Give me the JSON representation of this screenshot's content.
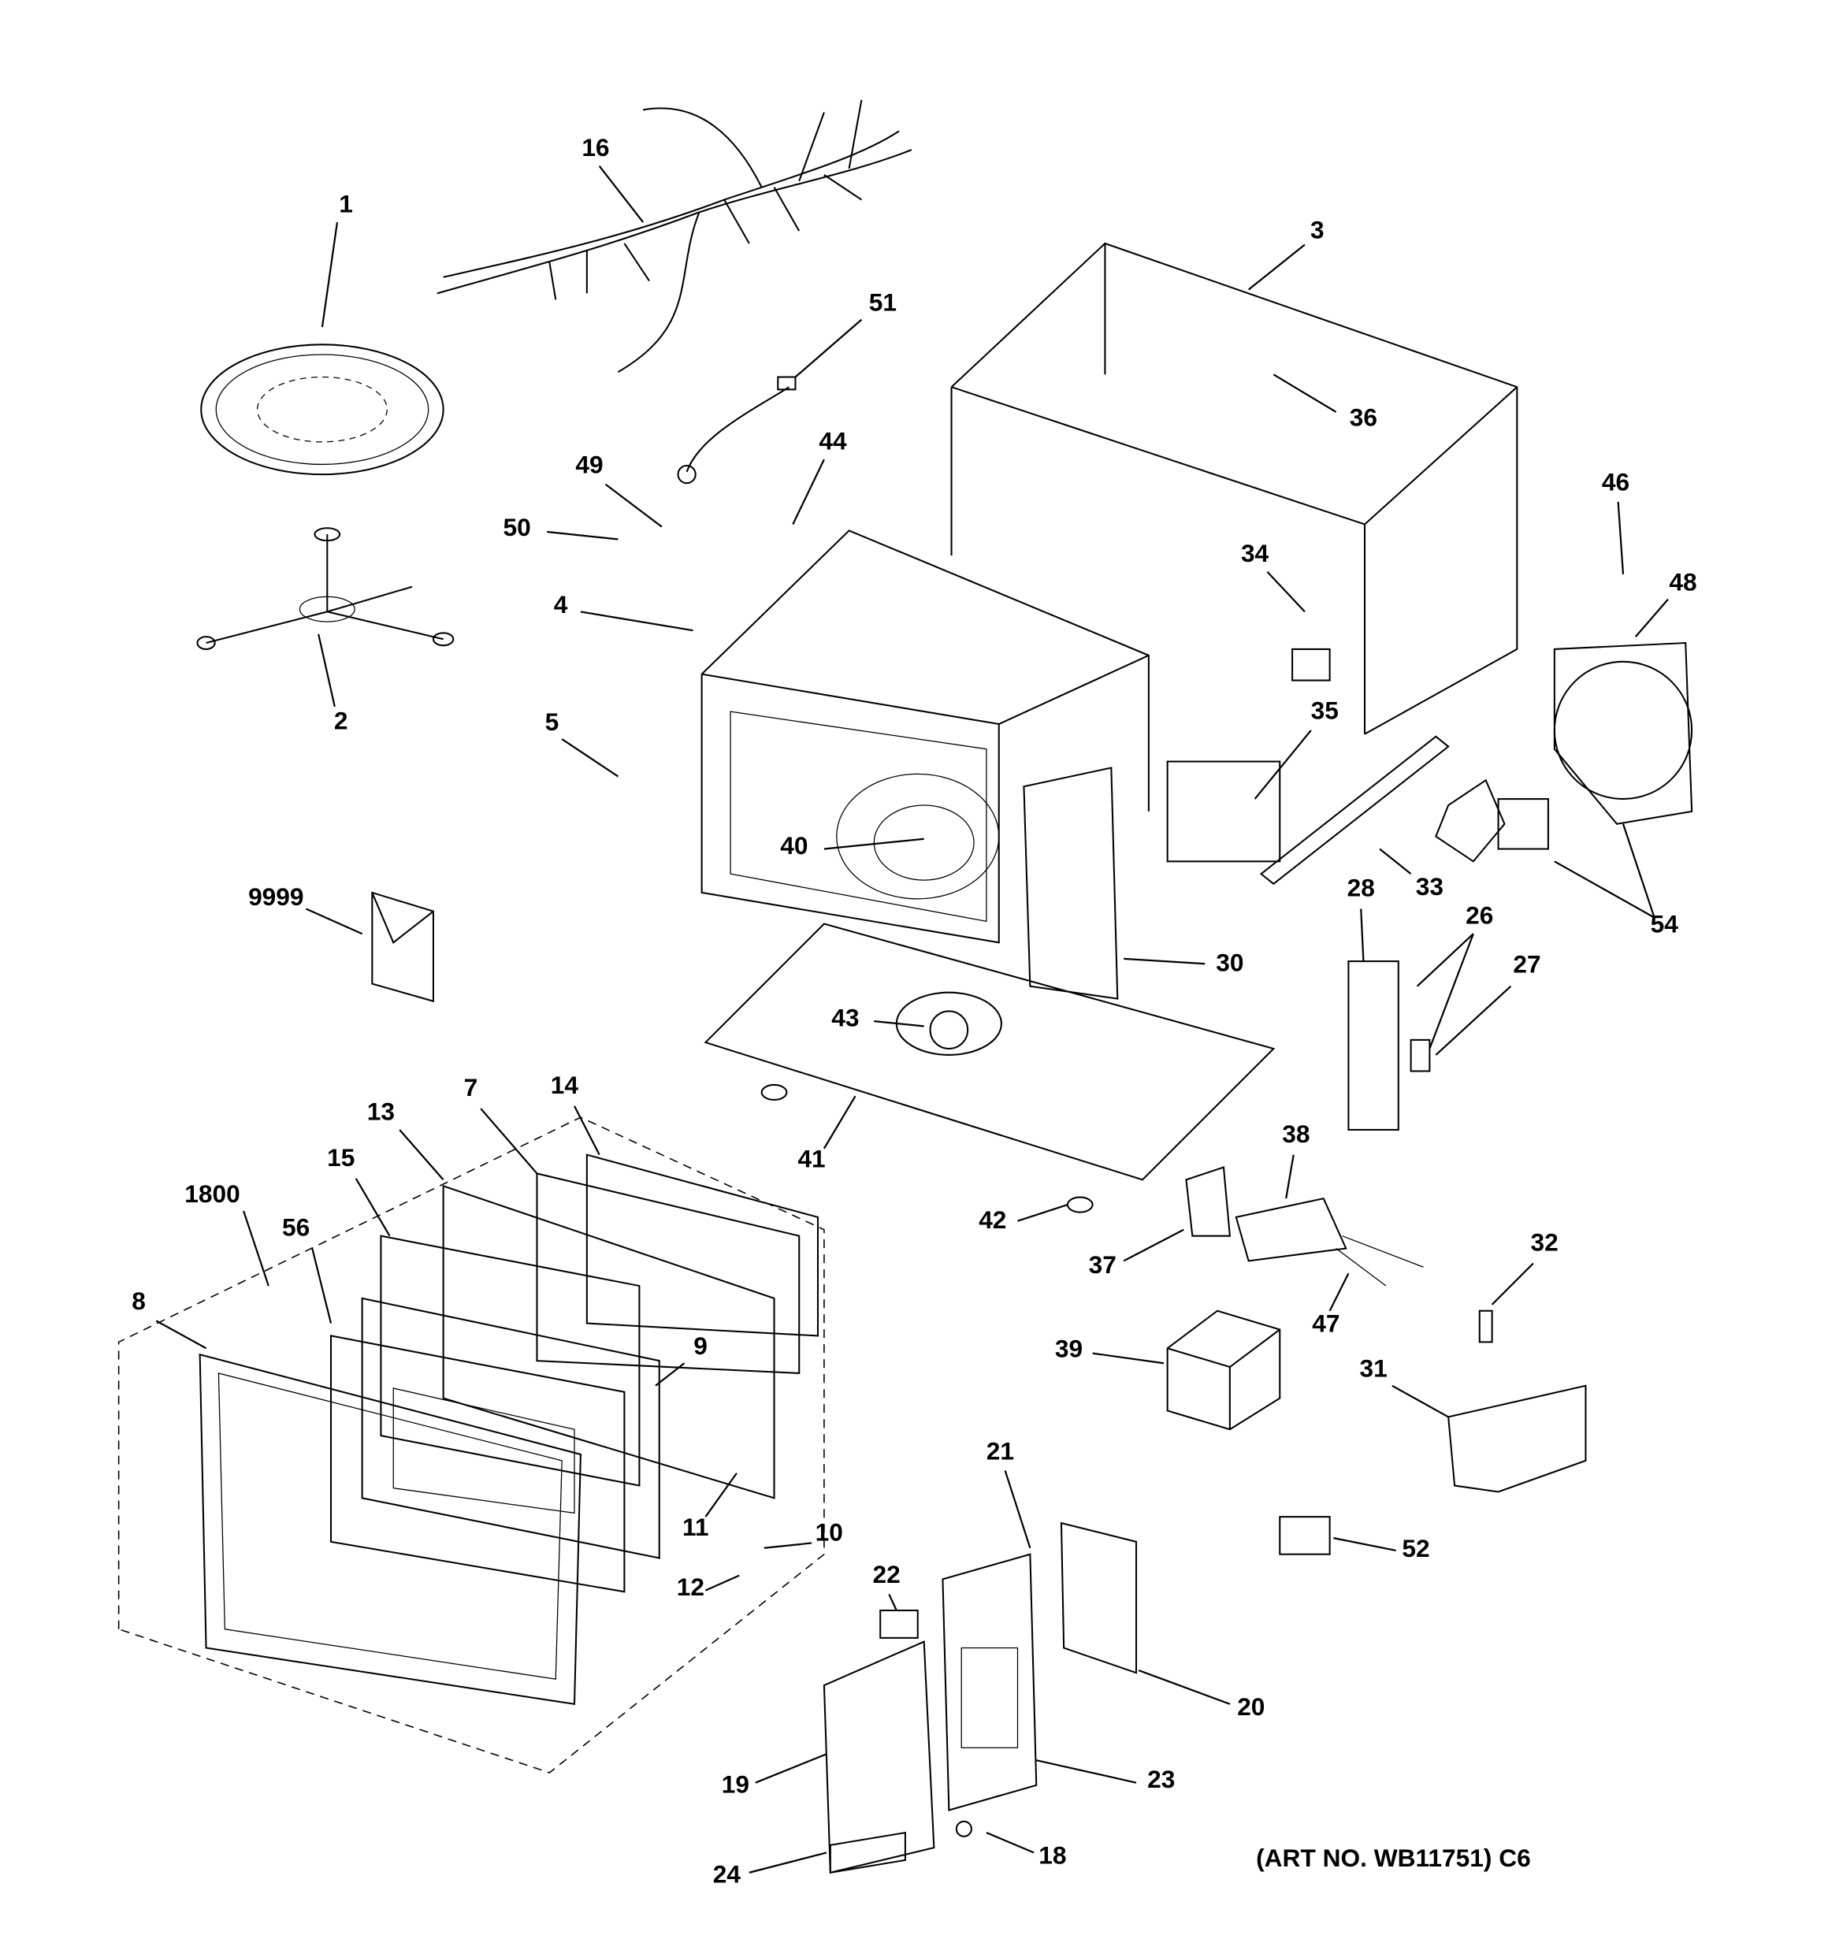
{
  "diagram": {
    "type": "exploded parts diagram",
    "callouts": [
      "1",
      "2",
      "3",
      "4",
      "5",
      "7",
      "8",
      "9",
      "10",
      "11",
      "12",
      "13",
      "14",
      "15",
      "16",
      "18",
      "19",
      "20",
      "21",
      "22",
      "23",
      "24",
      "26",
      "27",
      "28",
      "30",
      "31",
      "32",
      "33",
      "34",
      "35",
      "36",
      "37",
      "38",
      "39",
      "40",
      "41",
      "42",
      "43",
      "44",
      "46",
      "47",
      "48",
      "49",
      "50",
      "51",
      "52",
      "54",
      "56",
      "1800",
      "9999"
    ],
    "art_number": "(ART NO. WB11751) C6"
  }
}
